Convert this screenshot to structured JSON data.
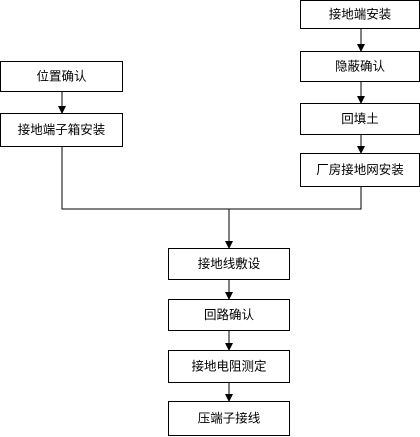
{
  "flowchart": {
    "left_branch": {
      "location_confirm": "位置确认",
      "terminal_box_install": "接地端子箱安装"
    },
    "right_branch": {
      "terminal_install": "接地端安装",
      "concealed_confirm": "隐蔽确认",
      "backfill": "回填土",
      "plant_grounding_install": "厂房接地网安装"
    },
    "main_path": {
      "ground_wire_laying": "接地线敷设",
      "circuit_confirm": "回路确认",
      "resistance_test": "接地电阻测定",
      "crimp_terminal_wiring": "压端子接线"
    }
  }
}
